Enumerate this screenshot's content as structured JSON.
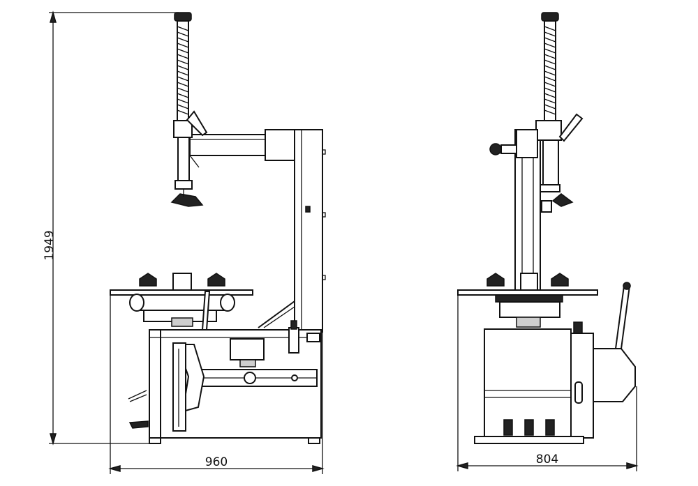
{
  "dimensions": {
    "height_label": "1949",
    "front_width_label": "960",
    "side_width_label": "804"
  }
}
